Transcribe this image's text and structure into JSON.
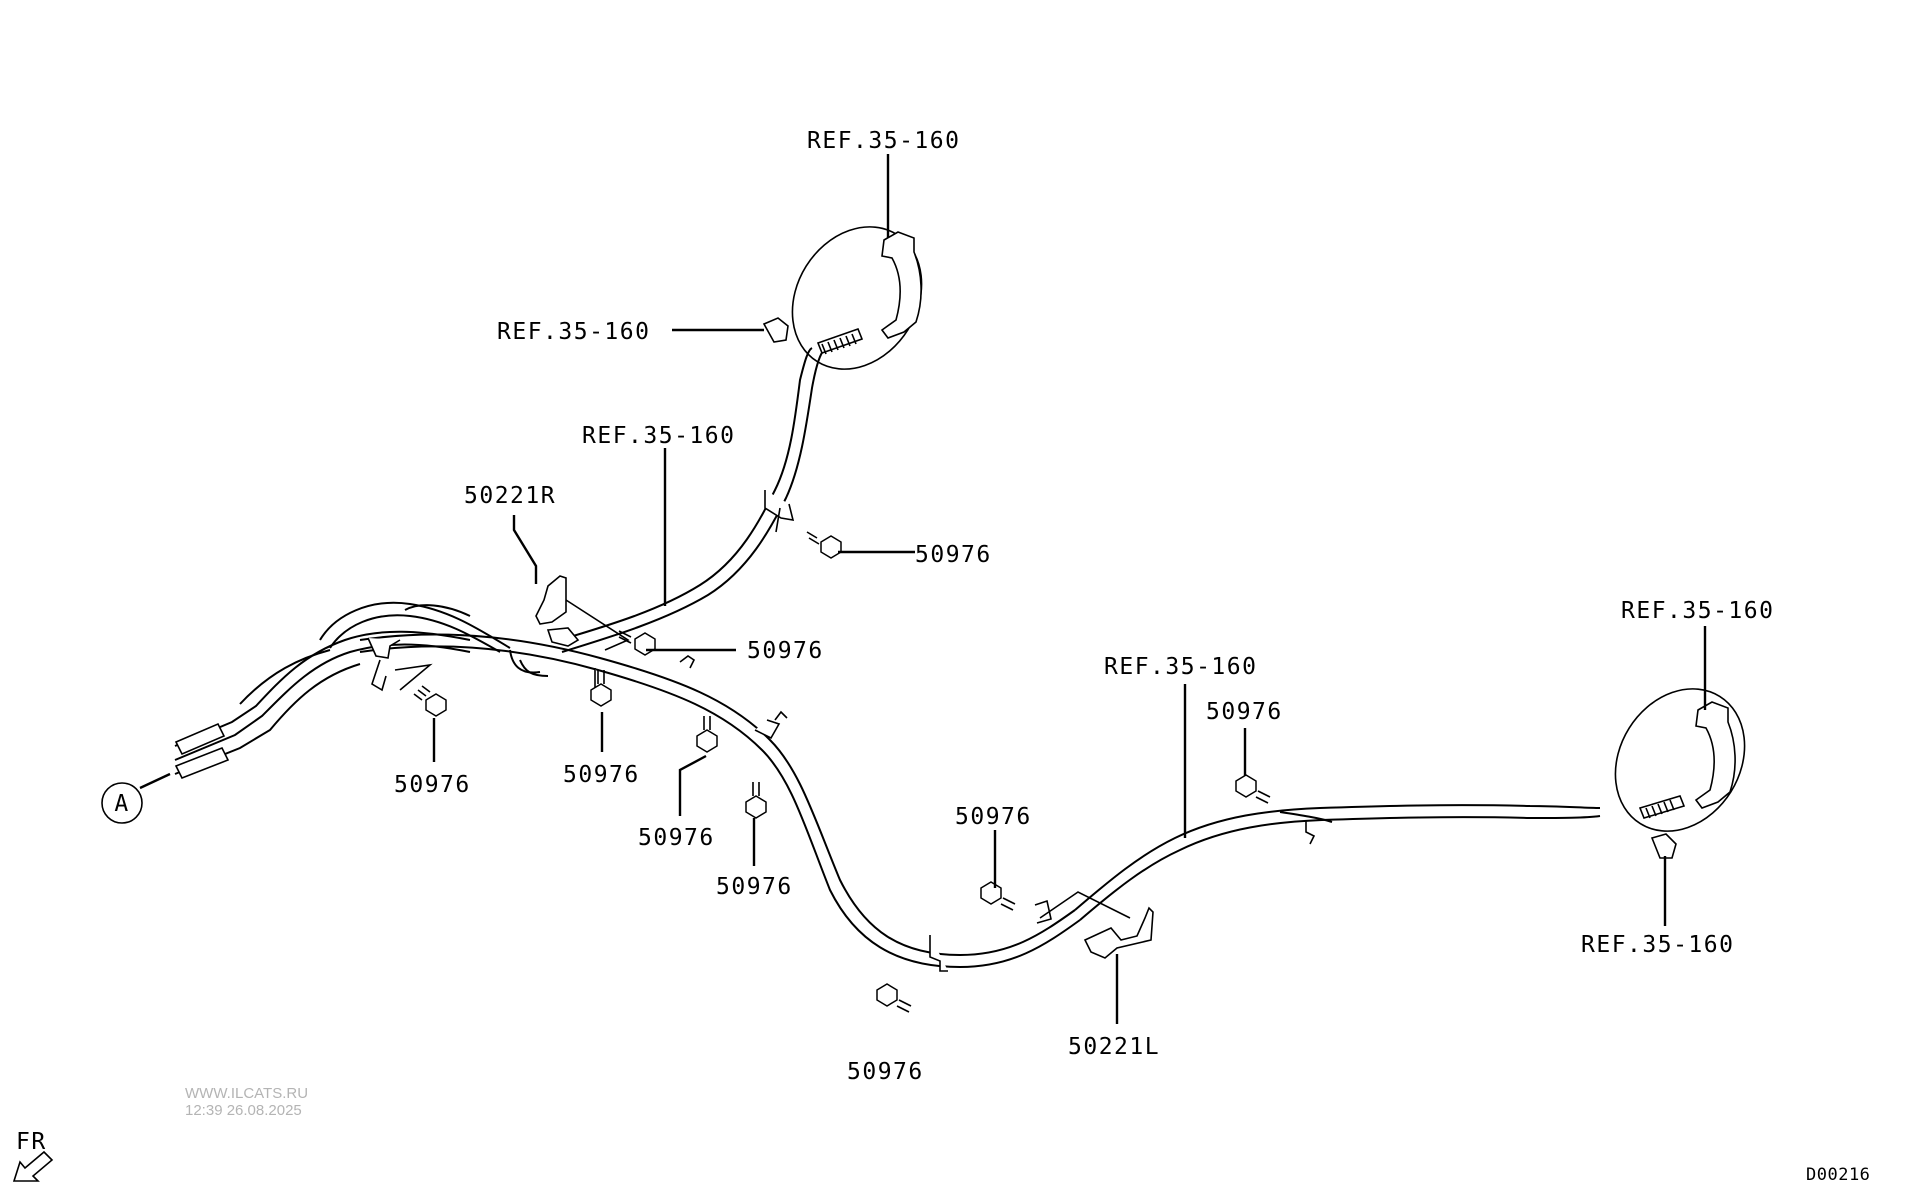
{
  "diagram": {
    "refs": {
      "ref_top_shoe": "REF.35-160",
      "ref_top_cable_end": "REF.35-160",
      "ref_top_cable": "REF.35-160",
      "ref_right_cable": "REF.35-160",
      "ref_right_shoe": "REF.35-160",
      "ref_right_cable_end": "REF.35-160"
    },
    "brackets": {
      "bracket_right": "50221R",
      "bracket_left": "50221L"
    },
    "bolts": {
      "bolt_1": "50976",
      "bolt_2": "50976",
      "bolt_3": "50976",
      "bolt_4": "50976",
      "bolt_5": "50976",
      "bolt_6": "50976",
      "bolt_7": "50976",
      "bolt_8": "50976",
      "bolt_9": "50976"
    },
    "connector": "A",
    "direction_label": "FR",
    "drawing_code": "D00216"
  },
  "watermark": {
    "site": "WWW.ILCATS.RU",
    "datetime": "12:39 26.08.2025"
  }
}
